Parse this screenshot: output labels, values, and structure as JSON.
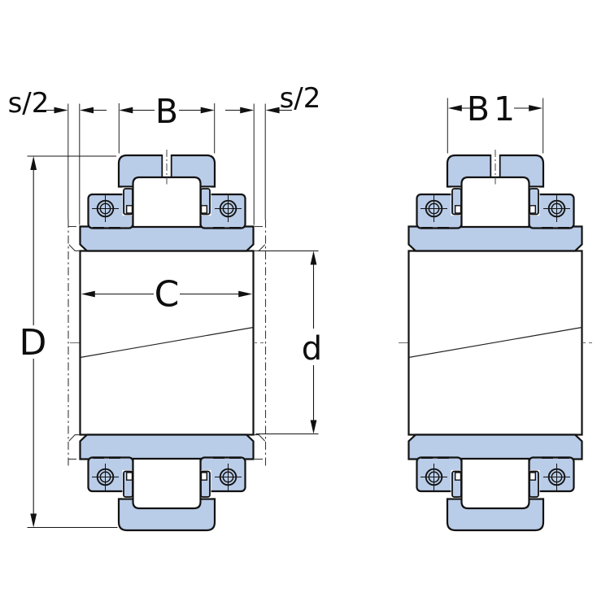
{
  "figure": {
    "kind": "bearing-dimension-drawing",
    "views": 2
  },
  "colors": {
    "fill_blue": "#b9cce8",
    "outline": "#121212",
    "dimension": "#161616",
    "centerline": "#6a6a6a",
    "phantom": "#3a3a3a",
    "background": "#ffffff"
  },
  "dimensions": {
    "s_half_left": "s/2",
    "b": "B",
    "s_half_right": "s/2",
    "b1": "B1",
    "d_outer": "D",
    "c": "C",
    "d_bore": "d"
  }
}
